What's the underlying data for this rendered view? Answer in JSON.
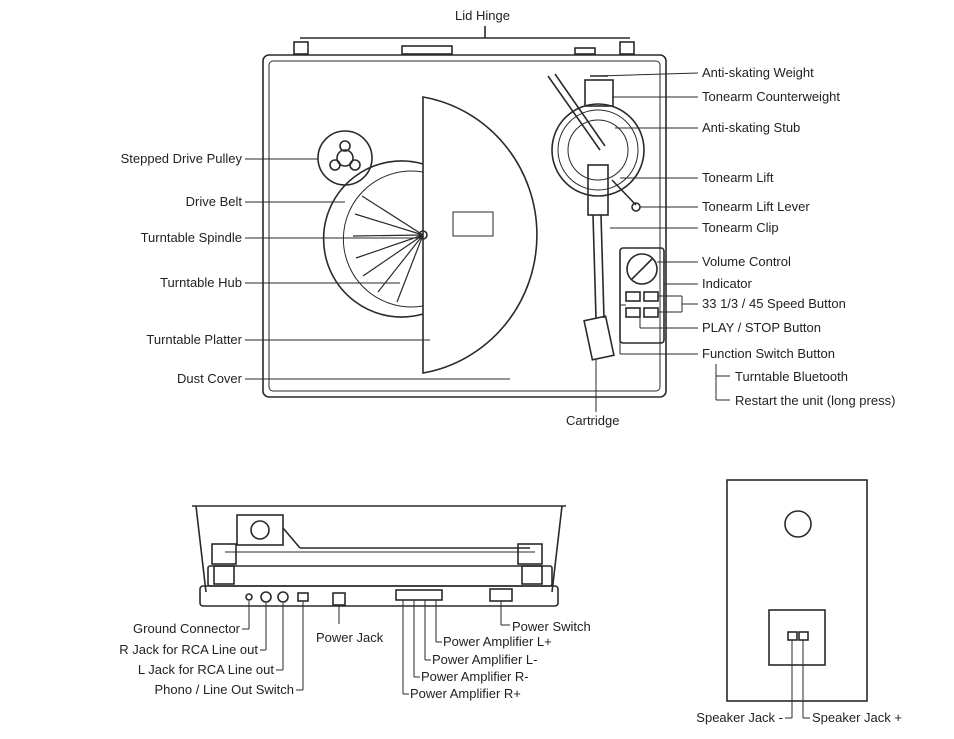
{
  "top_view": {
    "lid_hinge": "Lid Hinge",
    "left_labels": {
      "stepped_drive_pulley": "Stepped Drive Pulley",
      "drive_belt": "Drive Belt",
      "turntable_spindle": "Turntable Spindle",
      "turntable_hub": "Turntable Hub",
      "turntable_platter": "Turntable Platter",
      "dust_cover": "Dust Cover"
    },
    "right_labels": {
      "anti_skating_weight": "Anti-skating Weight",
      "tonearm_counterweight": "Tonearm Counterweight",
      "anti_skating_stub": "Anti-skating Stub",
      "tonearm_lift": "Tonearm Lift",
      "tonearm_lift_lever": "Tonearm Lift Lever",
      "tonearm_clip": "Tonearm Clip",
      "volume_control": "Volume Control",
      "indicator": "Indicator",
      "speed_button": "33 1/3 / 45 Speed Button",
      "play_stop_button": "PLAY / STOP Button",
      "function_switch_button": "Function Switch Button",
      "turntable_bluetooth": "Turntable Bluetooth",
      "restart_unit": "Restart the unit (long press)"
    },
    "cartridge": "Cartridge"
  },
  "rear_view": {
    "ground_connector": "Ground Connector",
    "r_jack_rca": "R Jack for RCA Line out",
    "l_jack_rca": "L Jack for RCA Line out",
    "phono_line_switch": "Phono / Line Out Switch",
    "power_jack": "Power Jack",
    "power_switch": "Power Switch",
    "power_amp_l_plus": "Power Amplifier L+",
    "power_amp_l_minus": "Power Amplifier L-",
    "power_amp_r_minus": "Power Amplifier R-",
    "power_amp_r_plus": "Power Amplifier R+"
  },
  "speaker_view": {
    "speaker_jack_minus": "Speaker Jack -",
    "speaker_jack_plus": "Speaker Jack +"
  },
  "colors": {
    "line": "#2a2a2a",
    "background": "#ffffff"
  }
}
